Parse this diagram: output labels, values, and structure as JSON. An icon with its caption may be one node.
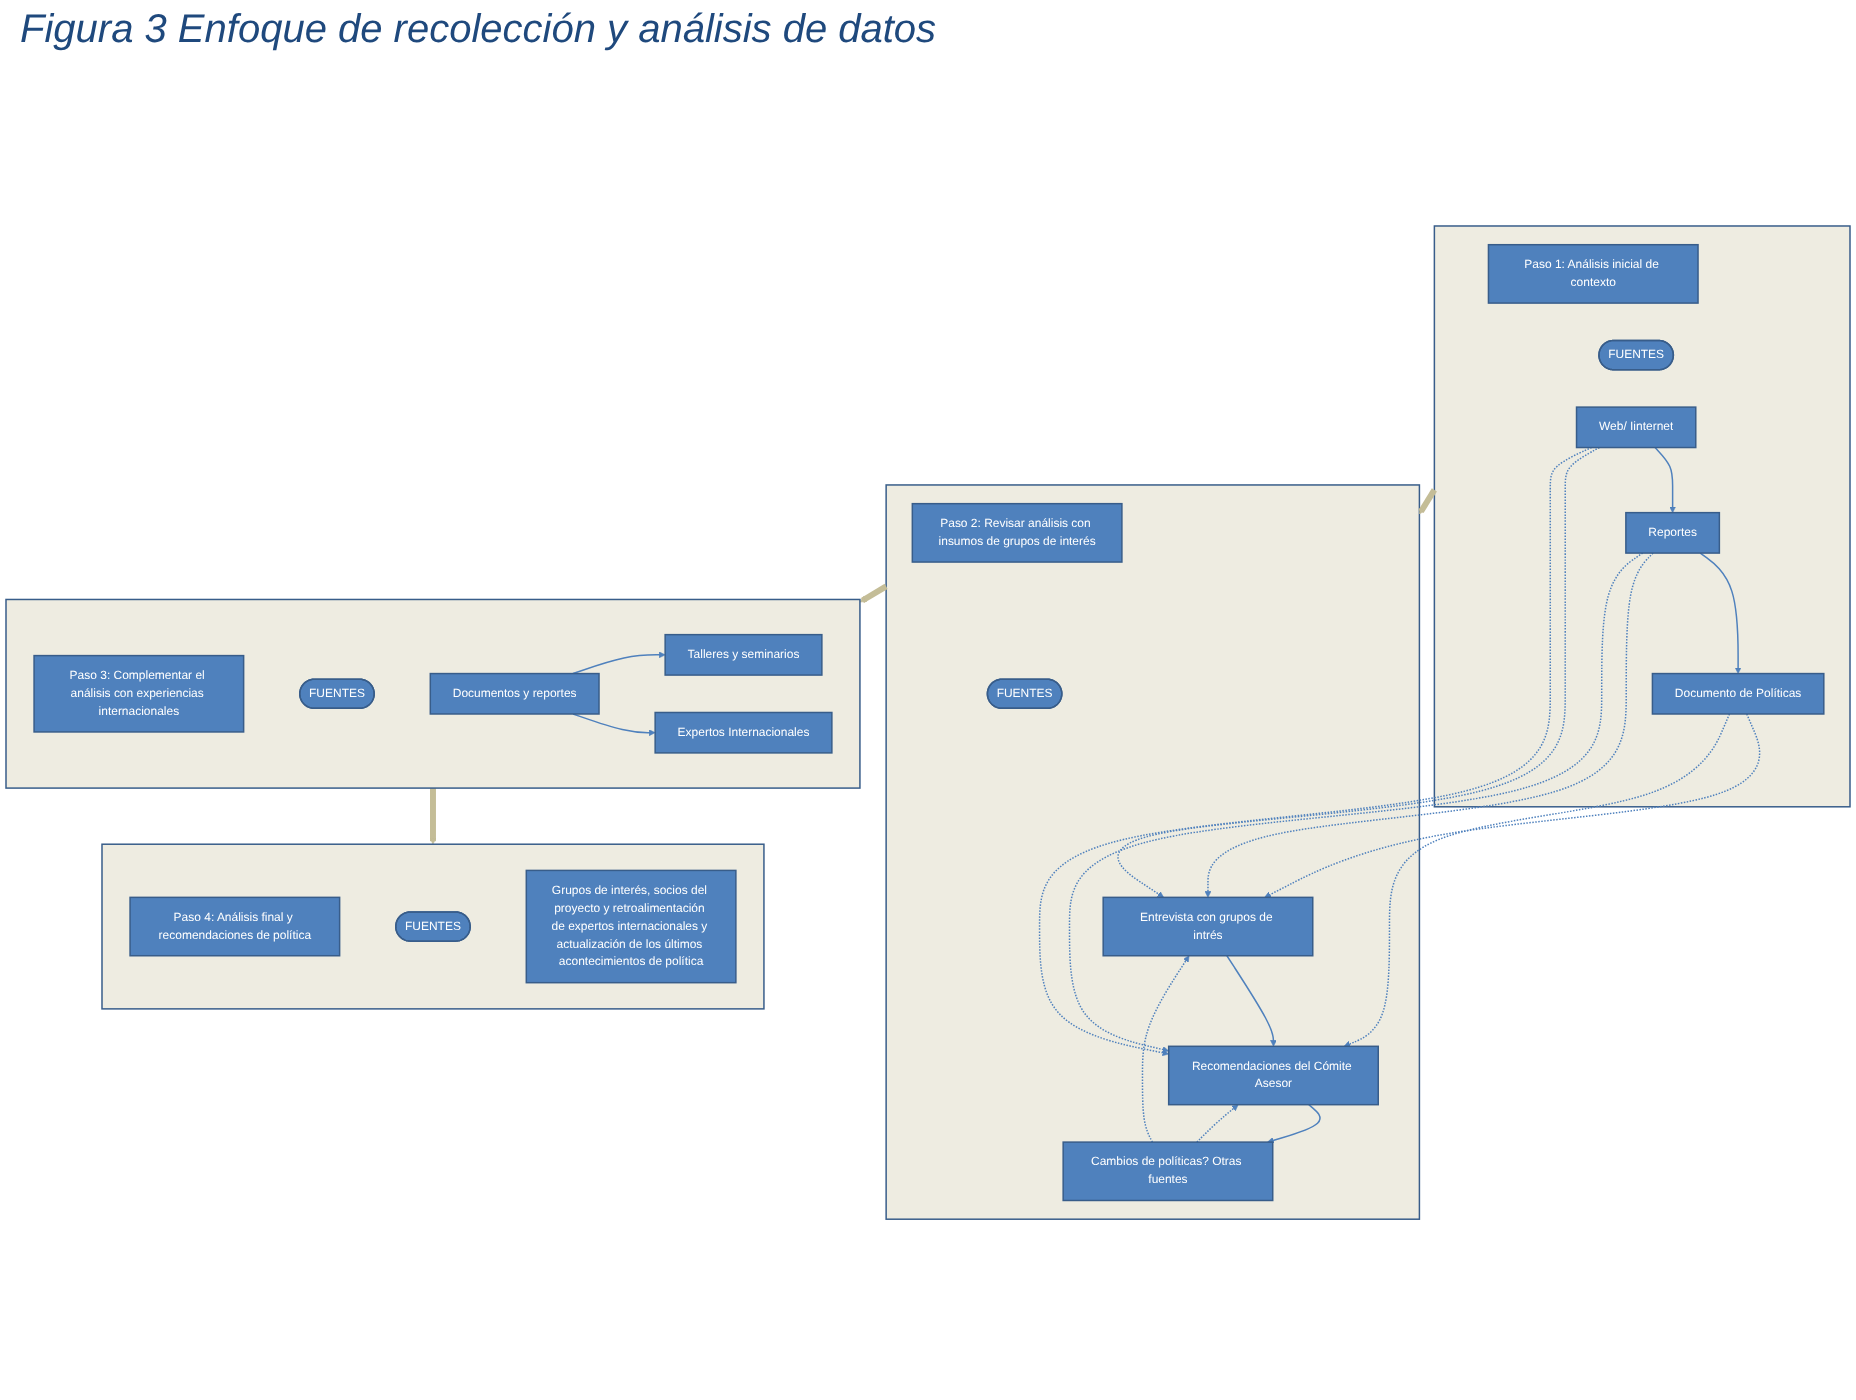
{
  "diagram": {
    "title": "Figura 3 Enfoque de recolección y análisis de datos",
    "nodes": [
      {
        "text": [],
        "shape": "box"
      },
      {
        "text": [
          "Paso 1: Análisis inicial de contexto"
        ],
        "in": 0
      },
      {
        "text": [
          "FUENTES"
        ],
        "in": 0
      },
      {
        "text": [
          "Web/ Iinternet"
        ],
        "in": 0
      },
      {
        "text": [
          "Reportes"
        ],
        "in": 0
      },
      {
        "text": [
          "Documento de Políticas"
        ],
        "in": 0
      },
      {
        "text": [],
        "shape": "box"
      },
      {
        "text": [
          "Paso 2: Revisar análisis con insumos de grupos de interés"
        ],
        "in": 6
      },
      {
        "text": [
          "FUENTES"
        ],
        "in": 6
      },
      {
        "text": [
          "Entrevista con grupos de intrés"
        ],
        "in": 6
      },
      {
        "text": [
          "Recomendaciones del Cómite Asesor"
        ],
        "in": 6
      },
      {
        "text": [
          "Cambios de políticas? Otras fuentes"
        ],
        "in": 6
      },
      {
        "text": [],
        "shape": "box"
      },
      {
        "text": [
          "Paso 3: Complementar el análisis con experiencias internacionales"
        ],
        "in": 12
      },
      {
        "text": [
          "FUENTES"
        ],
        "in": 12
      },
      {
        "text": [
          "Documentos y reportes"
        ],
        "in": 12
      },
      {
        "text": [
          "Talleres y seminarios"
        ],
        "in": 12
      },
      {
        "text": [
          "Expertos Internacionales"
        ],
        "in": 12
      },
      {
        "text": [],
        "shape": "box"
      },
      {
        "text": [
          "Paso 4: Análisis final y recomendaciones de política"
        ],
        "in": 18
      },
      {
        "text": [
          "FUENTES"
        ],
        "in": 18
      },
      {
        "text": [
          "Grupos de interés, socios del proyecto y retroalimentación de expertos internacionales y actualización de los últimos acontecimientos de política"
        ],
        "in": 18
      }
    ],
    "edges": [
      {
        "from": 3,
        "to": 4,
        "arrow": "to"
      },
      {
        "from": 4,
        "to": 5,
        "arrow": "to"
      },
      {
        "from": 9,
        "to": 10,
        "arrow": "to"
      },
      {
        "from": 10,
        "to": 11,
        "arrow": "to"
      },
      {
        "from": 3,
        "to": 9,
        "arrow": "to",
        "style": "dashed"
      },
      {
        "from": 3,
        "to": 10,
        "arrow": "to",
        "style": "dashed"
      },
      {
        "from": 4,
        "to": 9,
        "arrow": "to",
        "style": "dashed"
      },
      {
        "from": 4,
        "to": 10,
        "arrow": "to",
        "style": "dashed"
      },
      {
        "from": 5,
        "to": 9,
        "arrow": "to",
        "style": "dashed"
      },
      {
        "from": 5,
        "to": 10,
        "arrow": "to",
        "style": "dashed"
      },
      {
        "from": 11,
        "to": 9,
        "arrow": "to",
        "style": "dashed"
      },
      {
        "from": 11,
        "to": 10,
        "arrow": "to",
        "style": "dashed"
      },
      {
        "from": 15,
        "to": 16,
        "arrow": "to"
      },
      {
        "from": 15,
        "to": 17,
        "arrow": "to"
      },
      {
        "from": 0,
        "to": 6,
        "arrow": "to",
        "style": "thick",
        "color": "#c4bd97"
      },
      {
        "from": 6,
        "to": 12,
        "arrow": "to",
        "style": "thick",
        "color": "#c4bd97"
      },
      {
        "from": 12,
        "to": 18,
        "arrow": "to",
        "style": "thick",
        "color": "#c4bd97"
      }
    ]
  }
}
